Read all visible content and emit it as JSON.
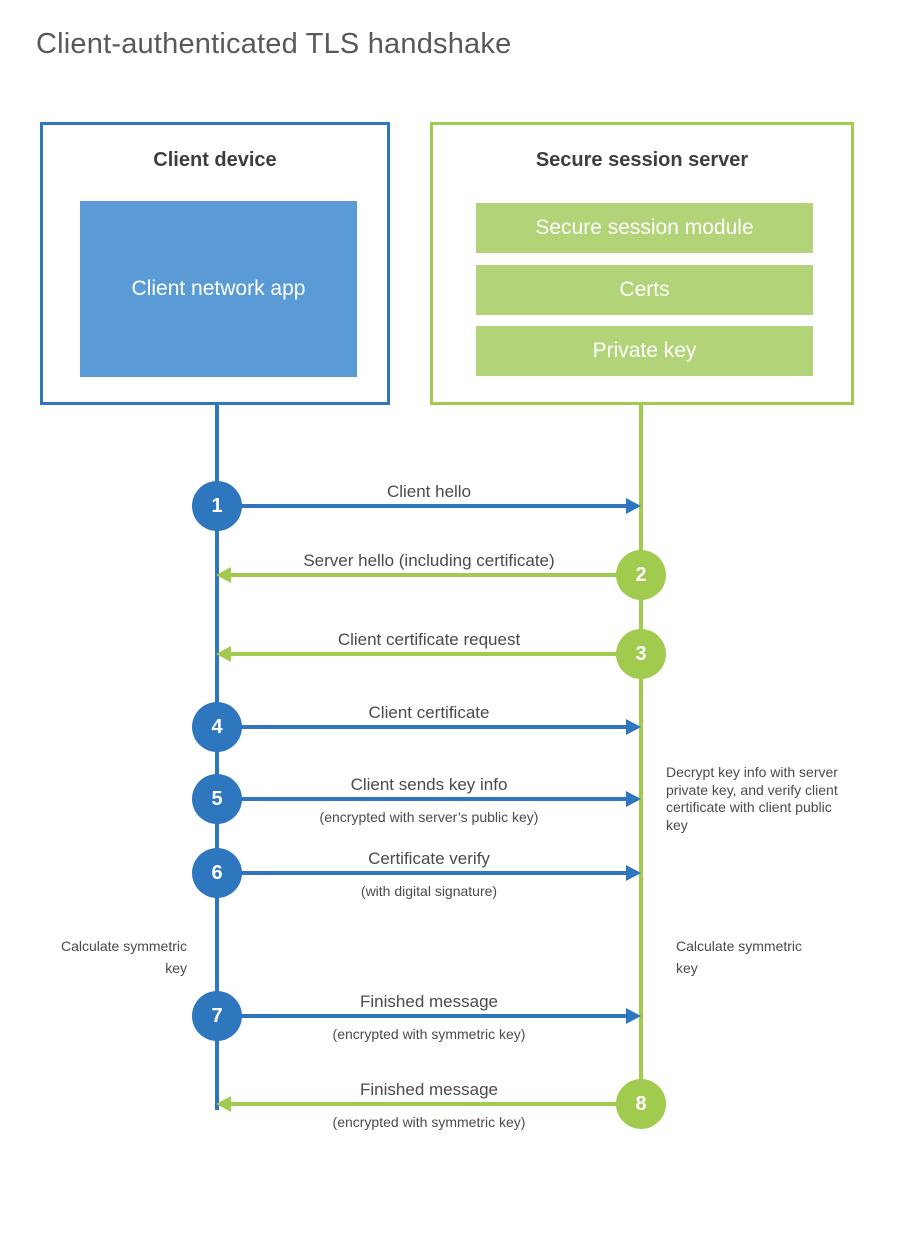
{
  "title": "Client-authenticated TLS handshake",
  "colors": {
    "blue_accent": "#2e76bd",
    "blue_fill": "#5b9bd5",
    "green_accent": "#a0cb4e",
    "green_fill": "#b2d377",
    "text": "#4a4a4c"
  },
  "client": {
    "title": "Client device",
    "app_label": "Client network app"
  },
  "server": {
    "title": "Secure session server",
    "modules": [
      "Secure session module",
      "Certs",
      "Private key"
    ]
  },
  "messages": [
    {
      "num": "1",
      "direction": "client-to-server",
      "label": "Client hello"
    },
    {
      "num": "2",
      "direction": "server-to-client",
      "label": "Server hello (including certificate)"
    },
    {
      "num": "3",
      "direction": "server-to-client",
      "label": "Client certificate request"
    },
    {
      "num": "4",
      "direction": "client-to-server",
      "label": "Client certificate"
    },
    {
      "num": "5",
      "direction": "client-to-server",
      "label": "Client sends key info",
      "sub": "(encrypted with server’s public key)"
    },
    {
      "num": "6",
      "direction": "client-to-server",
      "label": "Certificate verify",
      "sub": "(with digital signature)"
    },
    {
      "num": "7",
      "direction": "client-to-server",
      "label": "Finished message",
      "sub": "(encrypted with symmetric key)"
    },
    {
      "num": "8",
      "direction": "server-to-client",
      "label": "Finished message",
      "sub": "(encrypted with symmetric key)"
    }
  ],
  "notes": {
    "decrypt": "Decrypt key info with server private key, and verify client certificate with client public key",
    "calc_left": "Calculate symmetric key",
    "calc_right": "Calculate symmetric key"
  }
}
